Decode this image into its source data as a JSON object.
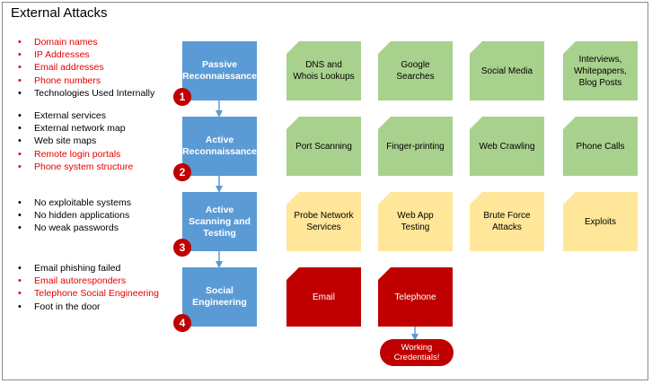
{
  "title": "External Attacks",
  "phases": [
    {
      "label": "Passive Reconnaissance",
      "number": "1",
      "findings": [
        {
          "text": "Domain names",
          "color": "red"
        },
        {
          "text": "IP Addresses",
          "color": "red"
        },
        {
          "text": "Email addresses",
          "color": "red"
        },
        {
          "text": "Phone numbers",
          "color": "red"
        },
        {
          "text": "Technologies Used Internally",
          "color": "black"
        }
      ],
      "tasks": [
        "DNS and Whois Lookups",
        "Google Searches",
        "Social Media",
        "Interviews, Whitepapers, Blog Posts"
      ],
      "task_color": "green"
    },
    {
      "label": "Active Reconnaissance",
      "number": "2",
      "findings": [
        {
          "text": "External services",
          "color": "black"
        },
        {
          "text": "External network map",
          "color": "black"
        },
        {
          "text": "Web site maps",
          "color": "black"
        },
        {
          "text": "Remote login portals",
          "color": "red"
        },
        {
          "text": "Phone system structure",
          "color": "red"
        }
      ],
      "tasks": [
        "Port Scanning",
        "Finger-printing",
        "Web Crawling",
        "Phone Calls"
      ],
      "task_color": "green"
    },
    {
      "label": "Active Scanning and Testing",
      "number": "3",
      "findings": [
        {
          "text": "No exploitable systems",
          "color": "black"
        },
        {
          "text": "No hidden applications",
          "color": "black"
        },
        {
          "text": "No weak passwords",
          "color": "black"
        }
      ],
      "tasks": [
        "Probe Network Services",
        "Web App Testing",
        "Brute Force Attacks",
        "Exploits"
      ],
      "task_color": "yellow"
    },
    {
      "label": "Social Engineering",
      "number": "4",
      "findings": [
        {
          "text": "Email phishing failed",
          "color": "black"
        },
        {
          "text": "Email autoresponders",
          "color": "red"
        },
        {
          "text": "Telephone Social Engineering",
          "color": "red"
        },
        {
          "text": "Foot in the door",
          "color": "black"
        }
      ],
      "tasks": [
        "Email",
        "Telephone"
      ],
      "task_color": "red"
    }
  ],
  "result": "Working Credentials!",
  "colors": {
    "phase": "#5b9bd5",
    "green_task": "#a9d18e",
    "yellow_task": "#ffe699",
    "red_task": "#c00000",
    "finding_red": "#e60000",
    "arrow": "#5b9bd5"
  }
}
